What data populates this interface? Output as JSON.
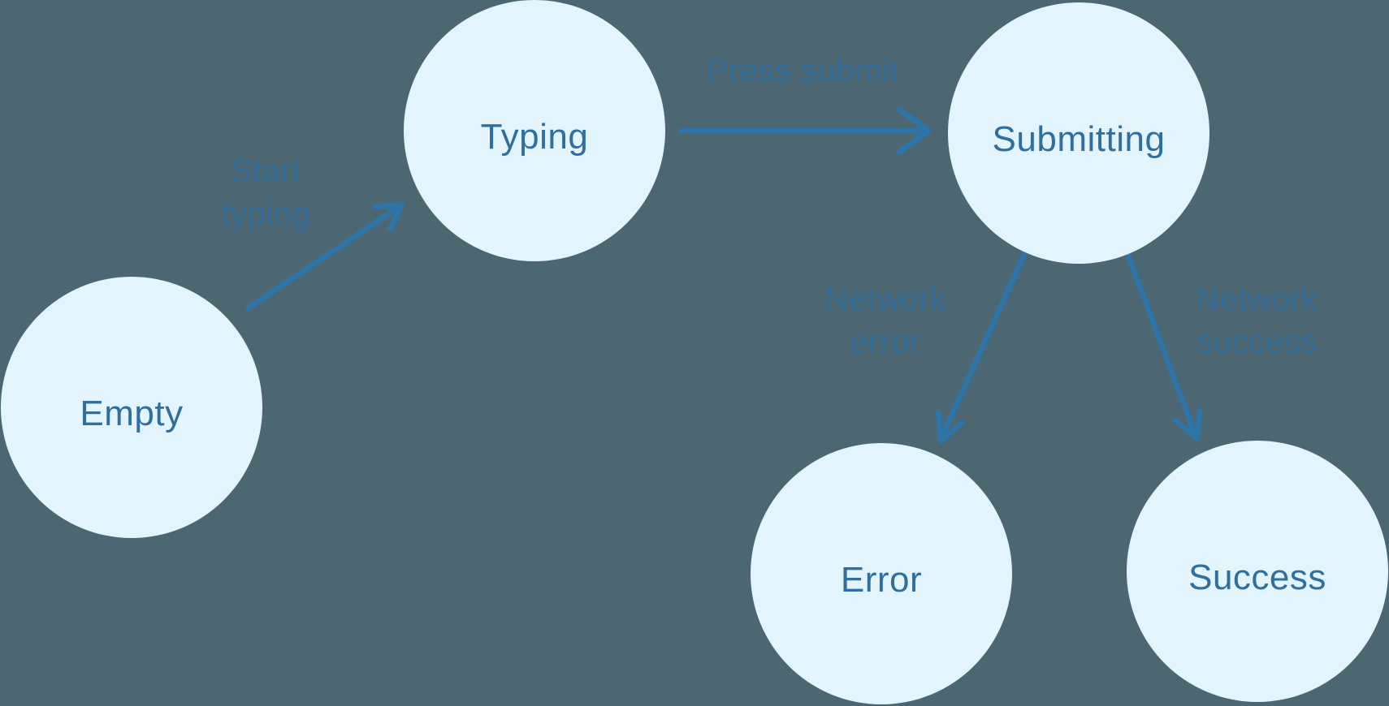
{
  "diagram": {
    "type": "state-machine",
    "nodes": [
      {
        "id": "empty",
        "label": "Empty"
      },
      {
        "id": "typing",
        "label": "Typing"
      },
      {
        "id": "submitting",
        "label": "Submitting"
      },
      {
        "id": "error",
        "label": "Error"
      },
      {
        "id": "success",
        "label": "Success"
      }
    ],
    "edges": [
      {
        "from": "empty",
        "to": "typing",
        "label_lines": [
          "Start",
          "typing"
        ]
      },
      {
        "from": "typing",
        "to": "submitting",
        "label_lines": [
          "Press submit",
          ""
        ]
      },
      {
        "from": "submitting",
        "to": "error",
        "label_lines": [
          "Network",
          "error"
        ]
      },
      {
        "from": "submitting",
        "to": "success",
        "label_lines": [
          "Network",
          "success"
        ]
      }
    ],
    "colors": {
      "background": "#4C6771",
      "node_fill": "#E3F4FD",
      "node_text": "#2E6F9F",
      "arrow": "#2E74A6",
      "edge_label_text": "#306E9A"
    }
  }
}
